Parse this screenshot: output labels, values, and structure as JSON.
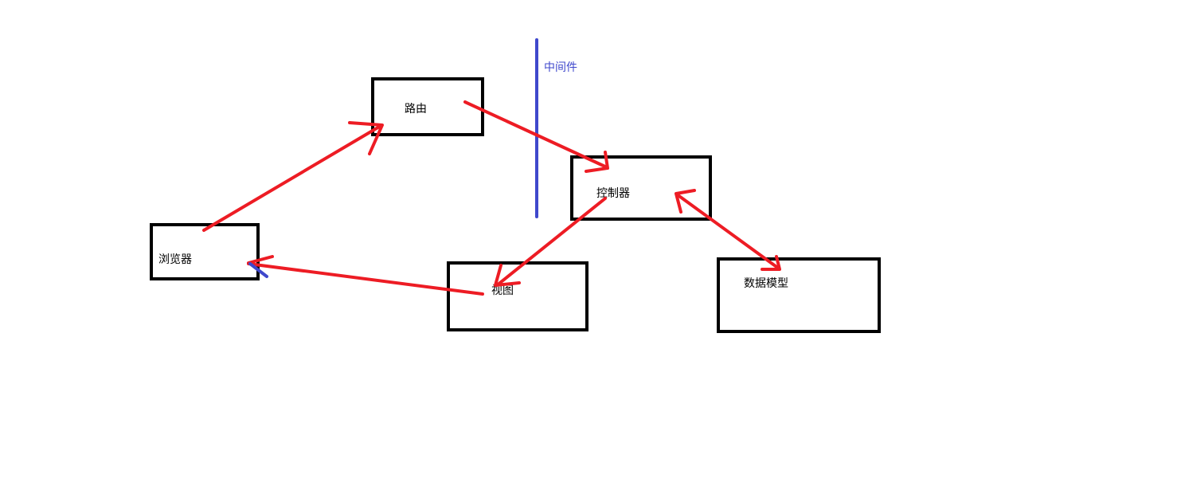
{
  "colors": {
    "background": "#ffffff",
    "box_border": "#000000",
    "arrow": "#ed1c24",
    "middleware": "#3f48cc"
  },
  "nodes": {
    "router": {
      "label": "路由"
    },
    "controller": {
      "label": "控制器"
    },
    "browser": {
      "label": "浏览器"
    },
    "view": {
      "label": "视图"
    },
    "model": {
      "label": "数据模型"
    }
  },
  "middleware": {
    "label": "中间件"
  },
  "edges": [
    {
      "from": "browser",
      "to": "router",
      "direction": "forward"
    },
    {
      "from": "router",
      "to": "controller",
      "direction": "forward"
    },
    {
      "from": "controller",
      "to": "view",
      "direction": "forward"
    },
    {
      "from": "view",
      "to": "browser",
      "direction": "forward"
    },
    {
      "from": "controller",
      "to": "model",
      "direction": "both"
    }
  ]
}
